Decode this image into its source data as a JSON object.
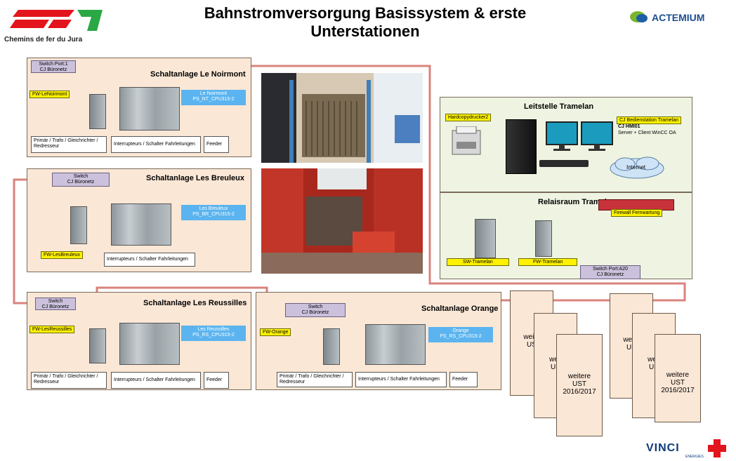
{
  "header": {
    "title_line1": "Bahnstromversorgung Basissystem & erste",
    "title_line2": "Unterstationen",
    "cj_logo_text": "Chemins de fer du Jura",
    "actemium_text": "ACTEMIUM",
    "vinci_text": "VINCI",
    "vinci_sub": "ENERGIES"
  },
  "noirmont": {
    "title": "Schaltanlage Le Noirmont",
    "switch": "Switch Port:1",
    "switch_sub": "CJ Büronetz",
    "fw": "FW-LeNoirmont",
    "cpu_line1": "Le Noirmont",
    "cpu_line2": "PS_NT_CPU315-2",
    "box1": "Primär / Trafo / Gleichrichter / Redresseur",
    "box2": "Interrupteurs / Schalter Fahrleitungen",
    "box3": "Feeder"
  },
  "breuleux": {
    "title": "Schaltanlage Les Breuleux",
    "switch": "Switch",
    "switch_sub": "CJ Büronetz",
    "fw": "FW-LesBreuleux",
    "cpu_line1": "Les Breuleux",
    "cpu_line2": "PS_BR_CPU315-2",
    "box2": "Interrupteurs / Schalter Fahrleitungen"
  },
  "reussilles": {
    "title": "Schaltanlage Les Reussilles",
    "switch": "Switch",
    "switch_sub": "CJ Büronetz",
    "fw": "FW-LesReussilles",
    "cpu_line1": "Les Reussilles",
    "cpu_line2": "PS_RS_CPU315-2",
    "box1": "Primär / Trafo / Gleichrichter / Redresseur",
    "box2": "Interrupteurs / Schalter Fahrleitungen",
    "box3": "Feeder"
  },
  "orange": {
    "title": "Schaltanlage Orange",
    "switch": "Switch",
    "switch_sub": "CJ Büronetz",
    "fw": "FW-Orange",
    "cpu_line1": "Orange",
    "cpu_line2": "PS_RS_CPU315-2",
    "box1": "Primär / Trafo / Gleichrichter / Redresseur",
    "box2": "Interrupteurs / Schalter Fahrleitungen",
    "box3": "Feeder"
  },
  "tramelan": {
    "leitstelle_title": "Leitstelle Tramelan",
    "relais_title": "Relaisraum Tramelan",
    "printer": "Hardcopydrucker2",
    "bedien_label": "CJ Bedienstation Tramelan",
    "bedien_line1": "CJ HMI01",
    "bedien_line2": "Server + Client WinCC OA",
    "internet": "Internet",
    "firewall": "Firewall Fernwartung",
    "sw": "SW-Tramelan",
    "fw": "FW-Tramelan",
    "switch": "Switch Port:A20",
    "switch_sub": "CJ Büronetz"
  },
  "ust": {
    "line1": "weitere",
    "line2": "UST",
    "line3": "2016/2017",
    "cut1": "weite",
    "cut2": "US",
    "cut_a": "weit",
    "cut_b": "US"
  }
}
